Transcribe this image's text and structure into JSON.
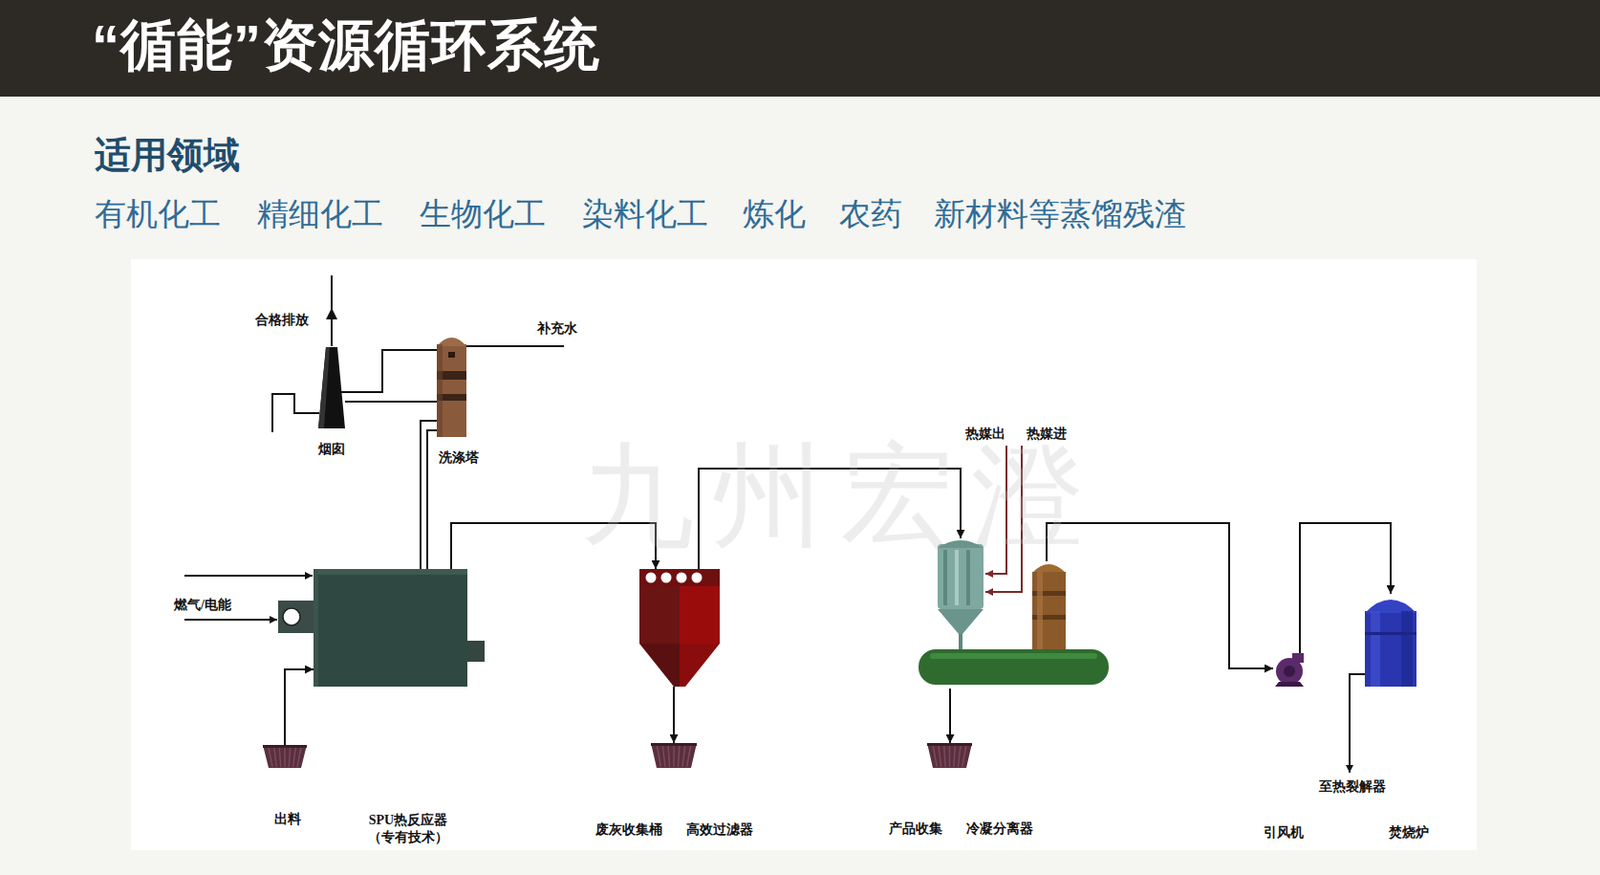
{
  "diagram": {
    "title": "“循能”资源循环系统",
    "nodes": [
      {
        "text": [
          "烟囱"
        ]
      },
      {
        "text": [
          "洗涤塔"
        ]
      },
      {
        "text": [
          "出料"
        ]
      },
      {
        "text": [
          "SPU热反应器 （专有技术）"
        ]
      },
      {
        "text": [
          "废灰收集桶"
        ]
      },
      {
        "text": [
          "高效过滤器"
        ]
      },
      {
        "text": [
          "产品收集"
        ]
      },
      {
        "text": [
          "冷凝分离器"
        ]
      },
      {
        "text": [
          "引风机"
        ]
      },
      {
        "text": [
          "焚烧炉"
        ]
      }
    ],
    "edges": [
      {
        "from": 2,
        "to": 3,
        "arrow": "to"
      },
      {
        "from": 3,
        "to": 1,
        "arrow": "none"
      },
      {
        "from": 1,
        "to": 0,
        "arrow": "none"
      },
      {
        "from": 3,
        "to": 5,
        "arrow": "to"
      },
      {
        "from": 5,
        "to": 4,
        "arrow": "to"
      },
      {
        "from": 5,
        "to": 7,
        "arrow": "to"
      },
      {
        "from": 7,
        "to": 6,
        "arrow": "to"
      },
      {
        "from": 7,
        "to": 8,
        "arrow": "to"
      },
      {
        "from": 8,
        "to": 9,
        "arrow": "to"
      }
    ],
    "labels": [
      "适用领域",
      "有机化工",
      "精细化工",
      "生物化工",
      "染料化工",
      "炼化",
      "农药",
      "新材料等蒸馏残渣",
      "合格排放",
      "补充水",
      "热媒出",
      "热媒进",
      "燃气/电能",
      "九州宏澄",
      "至热裂解器"
    ]
  }
}
